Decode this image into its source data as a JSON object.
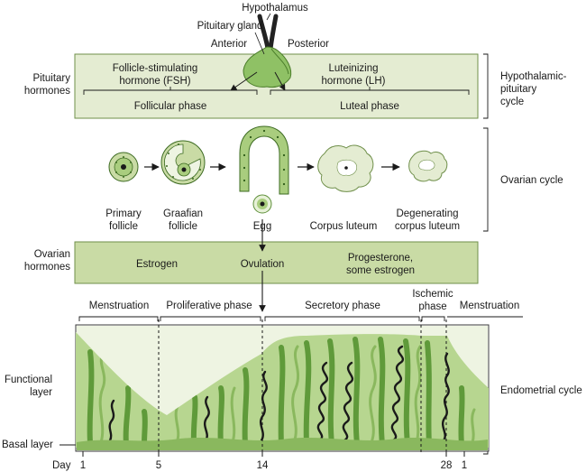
{
  "colors": {
    "panel_light": "#e4ecd2",
    "panel_mid": "#c9dba5",
    "panel_border": "#6f8f4a",
    "tissue_light": "#a9cd7e",
    "tissue_dark": "#5f9a3a",
    "tissue_pale": "#eef4e2",
    "gland_dark": "#222222",
    "gland_green": "#6aa53f"
  },
  "pituitary": {
    "hypothalamus": "Hypothalamus",
    "gland": "Pituitary gland",
    "anterior": "Anterior",
    "posterior": "Posterior",
    "fsh_line1": "Follicle-stimulating",
    "fsh_line2": "hormone (FSH)",
    "lh_line1": "Luteinizing",
    "lh_line2": "hormone (LH)",
    "follicular_phase": "Follicular phase",
    "luteal_phase": "Luteal phase"
  },
  "left_labels": {
    "pituitary_hormones_1": "Pituitary",
    "pituitary_hormones_2": "hormones",
    "ovarian_hormones_1": "Ovarian",
    "ovarian_hormones_2": "hormones",
    "functional_layer_1": "Functional",
    "functional_layer_2": "layer",
    "basal_layer": "Basal layer"
  },
  "right_labels": {
    "hypothalamic_1": "Hypothalamic-",
    "hypothalamic_2": "pituitary",
    "hypothalamic_3": "cycle",
    "ovarian_cycle": "Ovarian cycle",
    "endometrial_cycle": "Endometrial cycle"
  },
  "ovarian": {
    "primary_1": "Primary",
    "primary_2": "follicle",
    "graafian_1": "Graafian",
    "graafian_2": "follicle",
    "egg": "Egg",
    "corpus_luteum": "Corpus luteum",
    "degenerating_1": "Degenerating",
    "degenerating_2": "corpus luteum"
  },
  "ovarian_hormones": {
    "estrogen": "Estrogen",
    "ovulation": "Ovulation",
    "progesterone_1": "Progesterone,",
    "progesterone_2": "some estrogen"
  },
  "phases": {
    "menstruation": "Menstruation",
    "proliferative": "Proliferative phase",
    "secretory": "Secretory phase",
    "ischemic_1": "Ischemic",
    "ischemic_2": "phase",
    "menstruation_2": "Menstruation"
  },
  "days": {
    "label": "Day",
    "d1": "1",
    "d5": "5",
    "d14": "14",
    "d28": "28",
    "d1b": "1"
  }
}
